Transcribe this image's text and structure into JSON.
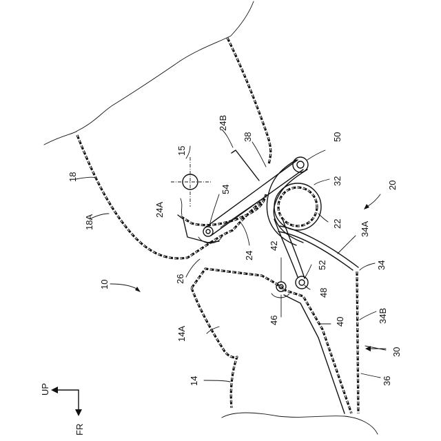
{
  "labels": {
    "l10": "10",
    "l14": "14",
    "l14A": "14A",
    "l15": "15",
    "l18": "18",
    "l18A": "18A",
    "l20": "20",
    "l22": "22",
    "l24": "24",
    "l24A": "24A",
    "l24B": "24B",
    "l26": "26",
    "l30": "30",
    "l32": "32",
    "l34": "34",
    "l34A": "34A",
    "l34B": "34B",
    "l36": "36",
    "l38": "38",
    "l40": "40",
    "l42": "42",
    "l46": "46",
    "l48": "48",
    "l50": "50",
    "l52": "52",
    "l54": "54"
  },
  "axes": {
    "up": "UP",
    "fr": "FR"
  }
}
